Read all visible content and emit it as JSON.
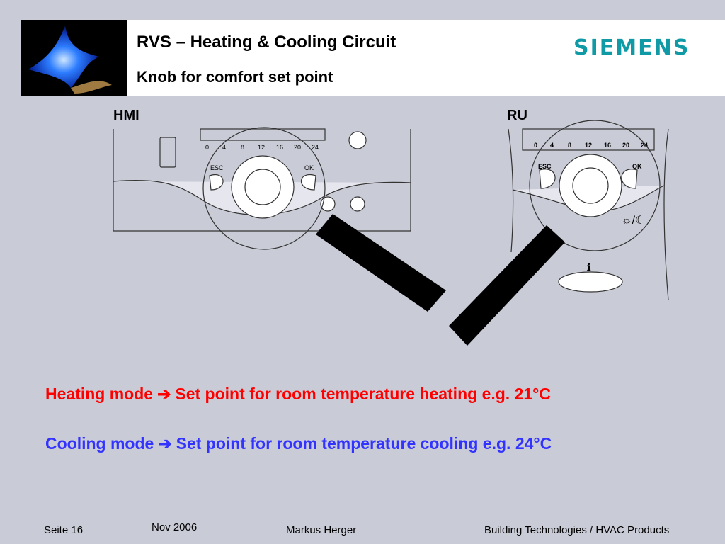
{
  "header": {
    "title": "RVS – Heating & Cooling Circuit",
    "subtitle": "Knob for comfort set point",
    "logo": "SIEMENS"
  },
  "diagram": {
    "hmi_label": "HMI",
    "ru_label": "RU",
    "scale_ticks": [
      "0",
      "4",
      "8",
      "12",
      "16",
      "20",
      "24"
    ],
    "esc_label": "ESC",
    "ok_label": "OK"
  },
  "body": {
    "heating": {
      "mode": "Heating mode",
      "text": "Set point for room temperature heating e.g.  21°C"
    },
    "cooling": {
      "mode": "Cooling mode",
      "text": "Set point for room temperature cooling e.g.  24°C"
    }
  },
  "footer": {
    "page": "Seite 16",
    "date": "Nov 2006",
    "author": "Markus Herger",
    "org": "Building Technologies / HVAC Products"
  },
  "colors": {
    "background": "#c9cbd6",
    "heating": "#ff0000",
    "cooling": "#3333ff",
    "logo": "#0f9aa6"
  },
  "icons": [
    "flame-image",
    "right-arrow-icon",
    "sun-moon-icon",
    "info-icon",
    "thermometer-icon"
  ]
}
